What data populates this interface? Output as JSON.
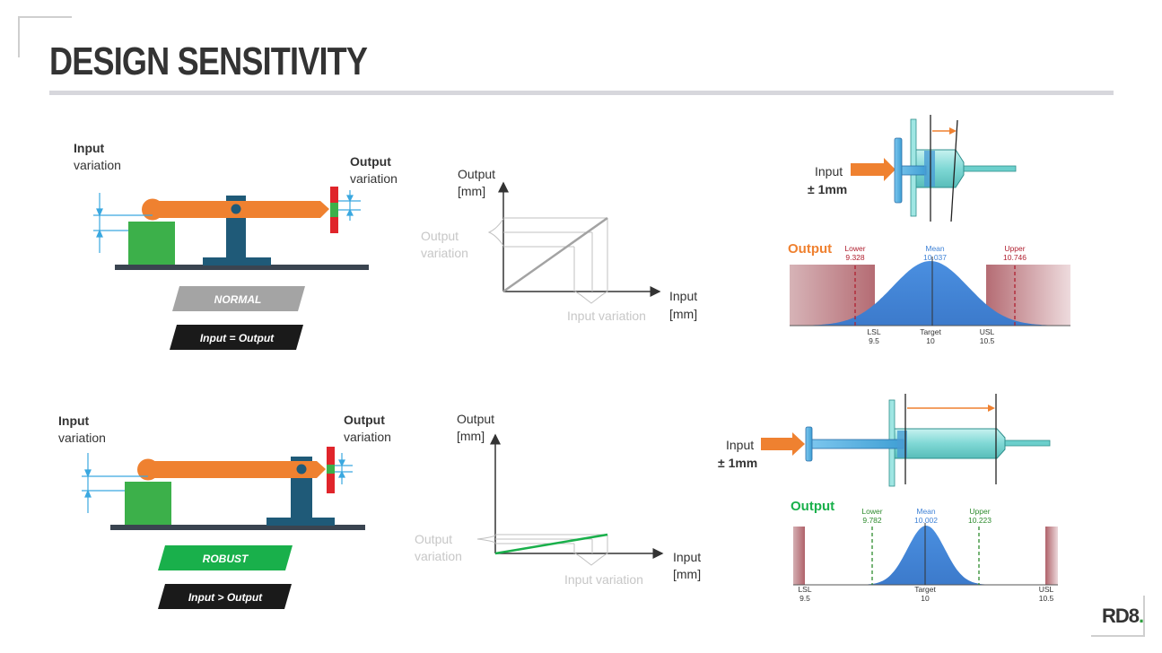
{
  "slide": {
    "title": "DESIGN SENSITIVITY",
    "logo": "RD8",
    "logo_dot": "."
  },
  "colors": {
    "accent_orange": "#ef8130",
    "steel_blue": "#1f5a78",
    "green": "#3cb04a",
    "robust_green": "#19b04b",
    "graph_gray": "#a3a3a3",
    "dist_blue": "#3f82d6",
    "spec_red": "#9c3b45",
    "syringe_cyan": "#8fe0de"
  },
  "lever_normal": {
    "input_label": "Input",
    "input_sub": "variation",
    "output_label": "Output",
    "output_sub": "variation",
    "tag": "NORMAL",
    "relation": "Input = Output"
  },
  "lever_robust": {
    "input_label": "Input",
    "input_sub": "variation",
    "output_label": "Output",
    "output_sub": "variation",
    "tag": "ROBUST",
    "relation": "Input > Output"
  },
  "graph_normal": {
    "y_label": "Output",
    "y_unit": "[mm]",
    "x_label": "Input",
    "x_unit": "[mm]",
    "output_var_1": "Output",
    "output_var_2": "variation",
    "input_var": "Input variation"
  },
  "graph_robust": {
    "y_label": "Output",
    "y_unit": "[mm]",
    "x_label": "Input",
    "x_unit": "[mm]",
    "output_var_1": "Output",
    "output_var_2": "variation",
    "input_var": "Input variation"
  },
  "syringe_normal": {
    "input_label": "Input",
    "input_tol": "± 1mm"
  },
  "syringe_robust": {
    "input_label": "Input",
    "input_tol": "± 1mm"
  },
  "dist_normal": {
    "title": "Output",
    "lower_label": "Lower",
    "lower_value": "9.328",
    "mean_label": "Mean",
    "mean_value": "10.037",
    "upper_label": "Upper",
    "upper_value": "10.746",
    "lsl_label": "LSL",
    "lsl_value": "9.5",
    "target_label": "Target",
    "target_value": "10",
    "usl_label": "USL",
    "usl_value": "10.5"
  },
  "dist_robust": {
    "title": "Output",
    "lower_label": "Lower",
    "lower_value": "9.782",
    "mean_label": "Mean",
    "mean_value": "10.002",
    "upper_label": "Upper",
    "upper_value": "10.223",
    "lsl_label": "LSL",
    "lsl_value": "9.5",
    "target_label": "Target",
    "target_value": "10",
    "usl_label": "USL",
    "usl_value": "10.5"
  }
}
